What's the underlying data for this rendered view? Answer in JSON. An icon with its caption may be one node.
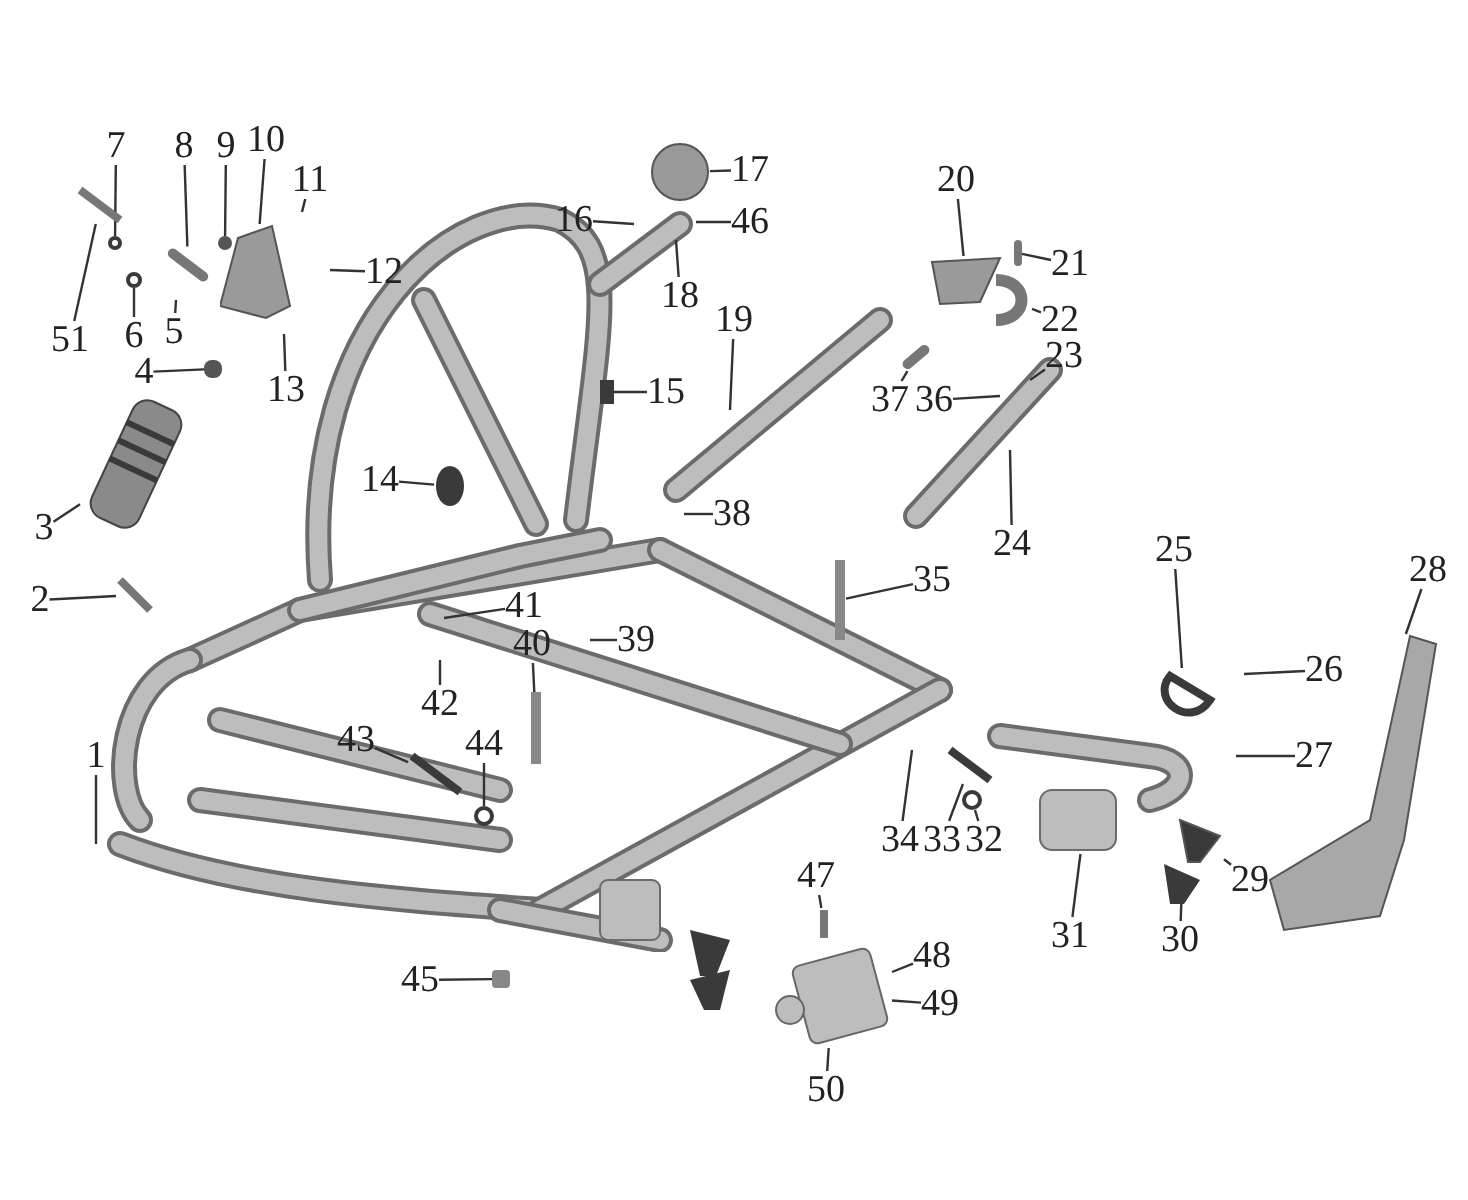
{
  "diagram": {
    "nodes": [
      {
        "text": [
          "1"
        ]
      },
      {
        "text": [
          "2"
        ]
      },
      {
        "text": [
          "3"
        ]
      },
      {
        "text": [
          "4"
        ]
      },
      {
        "text": [
          "5"
        ]
      },
      {
        "text": [
          "6"
        ]
      },
      {
        "text": [
          "7"
        ]
      },
      {
        "text": [
          "8"
        ]
      },
      {
        "text": [
          "9"
        ]
      },
      {
        "text": [
          "10"
        ]
      },
      {
        "text": [
          "11"
        ]
      },
      {
        "text": [
          "12"
        ]
      },
      {
        "text": [
          "13"
        ]
      },
      {
        "text": [
          "14"
        ]
      },
      {
        "text": [
          "15"
        ]
      },
      {
        "text": [
          "16"
        ]
      },
      {
        "text": [
          "17"
        ]
      },
      {
        "text": [
          "18"
        ]
      },
      {
        "text": [
          "19"
        ]
      },
      {
        "text": [
          "20"
        ]
      },
      {
        "text": [
          "21"
        ]
      },
      {
        "text": [
          "22"
        ]
      },
      {
        "text": [
          "23"
        ]
      },
      {
        "text": [
          "24"
        ]
      },
      {
        "text": [
          "25"
        ]
      },
      {
        "text": [
          "26"
        ]
      },
      {
        "text": [
          "27"
        ]
      },
      {
        "text": [
          "28"
        ]
      },
      {
        "text": [
          "29"
        ]
      },
      {
        "text": [
          "30"
        ]
      },
      {
        "text": [
          "31"
        ]
      },
      {
        "text": [
          "32"
        ]
      },
      {
        "text": [
          "33"
        ]
      },
      {
        "text": [
          "34"
        ]
      },
      {
        "text": [
          "35"
        ]
      },
      {
        "text": [
          "36"
        ]
      },
      {
        "text": [
          "37"
        ]
      },
      {
        "text": [
          "38"
        ]
      },
      {
        "text": [
          "39"
        ]
      },
      {
        "text": [
          "40"
        ]
      },
      {
        "text": [
          "41"
        ]
      },
      {
        "text": [
          "42"
        ]
      },
      {
        "text": [
          "43"
        ]
      },
      {
        "text": [
          "44"
        ]
      },
      {
        "text": [
          "45"
        ]
      },
      {
        "text": [
          "46"
        ]
      },
      {
        "text": [
          "47"
        ]
      },
      {
        "text": [
          "48"
        ]
      },
      {
        "text": [
          "49"
        ]
      },
      {
        "text": [
          "50"
        ]
      },
      {
        "text": [
          "51"
        ]
      },
      {
        "text": [],
        "shape": "box"
      },
      {
        "text": [],
        "shape": "circle"
      },
      {
        "text": [],
        "shape": "picture"
      },
      {
        "text": [],
        "shape": "picture"
      },
      {
        "text": [],
        "shape": "bar"
      },
      {
        "text": [],
        "shape": "bar"
      },
      {
        "text": [],
        "shape": "box"
      },
      {
        "text": [],
        "shape": "circle"
      },
      {
        "text": [],
        "shape": "picture"
      },
      {
        "text": [],
        "shape": "bar"
      },
      {
        "text": [],
        "shape": "picture"
      },
      {
        "text": [],
        "shape": "picture"
      },
      {
        "text": [],
        "shape": "circle"
      },
      {
        "text": [],
        "shape": "picture"
      },
      {
        "text": [],
        "shape": "bar"
      },
      {
        "text": [],
        "shape": "picture"
      },
      {
        "text": [],
        "shape": "picture"
      },
      {
        "text": [],
        "shape": "box"
      },
      {
        "text": [],
        "shape": "circle"
      },
      {
        "text": [],
        "shape": "picture"
      },
      {
        "text": [],
        "shape": "picture"
      },
      {
        "text": [],
        "shape": "picture"
      },
      {
        "text": [],
        "shape": "picture"
      },
      {
        "text": [],
        "shape": "circle"
      },
      {
        "text": [],
        "shape": "box"
      },
      {
        "text": [],
        "shape": "circle"
      },
      {
        "text": [],
        "shape": "picture"
      },
      {
        "text": [],
        "shape": "picture"
      },
      {
        "text": [],
        "shape": "picture"
      },
      {
        "text": [],
        "shape": "picture"
      }
    ],
    "edges": [
      {
        "from": 0,
        "to": null,
        "arrow": "none"
      },
      {
        "from": 1,
        "to": 79,
        "arrow": "none"
      },
      {
        "from": 2,
        "to": 61,
        "arrow": "none"
      },
      {
        "from": 3,
        "to": 51,
        "arrow": "none"
      },
      {
        "from": 4,
        "to": null,
        "arrow": "none"
      },
      {
        "from": 5,
        "to": 52,
        "arrow": "none"
      },
      {
        "from": 6,
        "to": 58,
        "arrow": "none"
      },
      {
        "from": 7,
        "to": 56,
        "arrow": "none"
      },
      {
        "from": 8,
        "to": 57,
        "arrow": "none"
      },
      {
        "from": 9,
        "to": 53,
        "arrow": "none"
      },
      {
        "from": 10,
        "to": null,
        "arrow": "none"
      },
      {
        "from": 11,
        "to": null,
        "arrow": "none"
      },
      {
        "from": 12,
        "to": null,
        "arrow": "none"
      },
      {
        "from": 13,
        "to": 76,
        "arrow": "none"
      },
      {
        "from": 14,
        "to": 77,
        "arrow": "none"
      },
      {
        "from": 15,
        "to": null,
        "arrow": "none"
      },
      {
        "from": 16,
        "to": 74,
        "arrow": "none"
      },
      {
        "from": 17,
        "to": null,
        "arrow": "none"
      },
      {
        "from": 18,
        "to": null,
        "arrow": "none"
      },
      {
        "from": 19,
        "to": 59,
        "arrow": "none"
      },
      {
        "from": 20,
        "to": 60,
        "arrow": "none"
      },
      {
        "from": 21,
        "to": 78,
        "arrow": "none"
      },
      {
        "from": 22,
        "to": null,
        "arrow": "none"
      },
      {
        "from": 23,
        "to": null,
        "arrow": "none"
      },
      {
        "from": 24,
        "to": 71,
        "arrow": "none"
      },
      {
        "from": 25,
        "to": null,
        "arrow": "none"
      },
      {
        "from": 26,
        "to": null,
        "arrow": "none"
      },
      {
        "from": 27,
        "to": 62,
        "arrow": "none"
      },
      {
        "from": 28,
        "to": 54,
        "arrow": "none"
      },
      {
        "from": 29,
        "to": 73,
        "arrow": "none"
      },
      {
        "from": 30,
        "to": 72,
        "arrow": "none"
      },
      {
        "from": 31,
        "to": 63,
        "arrow": "none"
      },
      {
        "from": 32,
        "to": 64,
        "arrow": "none"
      },
      {
        "from": 33,
        "to": null,
        "arrow": "none"
      },
      {
        "from": 34,
        "to": 80,
        "arrow": "none"
      },
      {
        "from": 35,
        "to": null,
        "arrow": "none"
      },
      {
        "from": 36,
        "to": 55,
        "arrow": "none"
      },
      {
        "from": 37,
        "to": null,
        "arrow": "none"
      },
      {
        "from": 38,
        "to": null,
        "arrow": "none"
      },
      {
        "from": 39,
        "to": 70,
        "arrow": "none"
      },
      {
        "from": 40,
        "to": null,
        "arrow": "none"
      },
      {
        "from": 41,
        "to": null,
        "arrow": "none"
      },
      {
        "from": 42,
        "to": 67,
        "arrow": "none"
      },
      {
        "from": 43,
        "to": 69,
        "arrow": "none"
      },
      {
        "from": 44,
        "to": 68,
        "arrow": "none"
      },
      {
        "from": 45,
        "to": null,
        "arrow": "none"
      },
      {
        "from": 46,
        "to": 65,
        "arrow": "none"
      },
      {
        "from": 47,
        "to": 75,
        "arrow": "none"
      },
      {
        "from": 48,
        "to": 75,
        "arrow": "none"
      },
      {
        "from": 49,
        "to": 75,
        "arrow": "none"
      },
      {
        "from": 50,
        "to": 66,
        "arrow": "none"
      }
    ]
  }
}
